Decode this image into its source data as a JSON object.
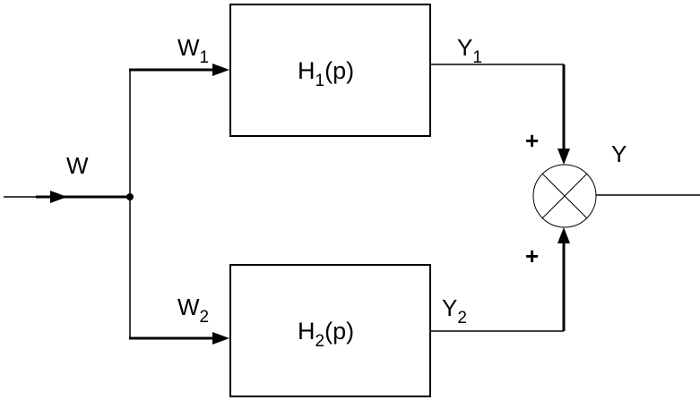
{
  "diagram": {
    "input_label": "W",
    "branch_top": {
      "signal_label": "W",
      "signal_subscript": "1",
      "block_label": "H",
      "block_subscript": "1",
      "block_argument": "(p)",
      "output_label": "Y",
      "output_subscript": "1",
      "sign": "+"
    },
    "branch_bottom": {
      "signal_label": "W",
      "signal_subscript": "2",
      "block_label": "H",
      "block_subscript": "2",
      "block_argument": "(p)",
      "output_label": "Y",
      "output_subscript": "2",
      "sign": "+"
    },
    "output_label": "Y"
  },
  "colors": {
    "line": "#000000",
    "background": "#ffffff"
  }
}
